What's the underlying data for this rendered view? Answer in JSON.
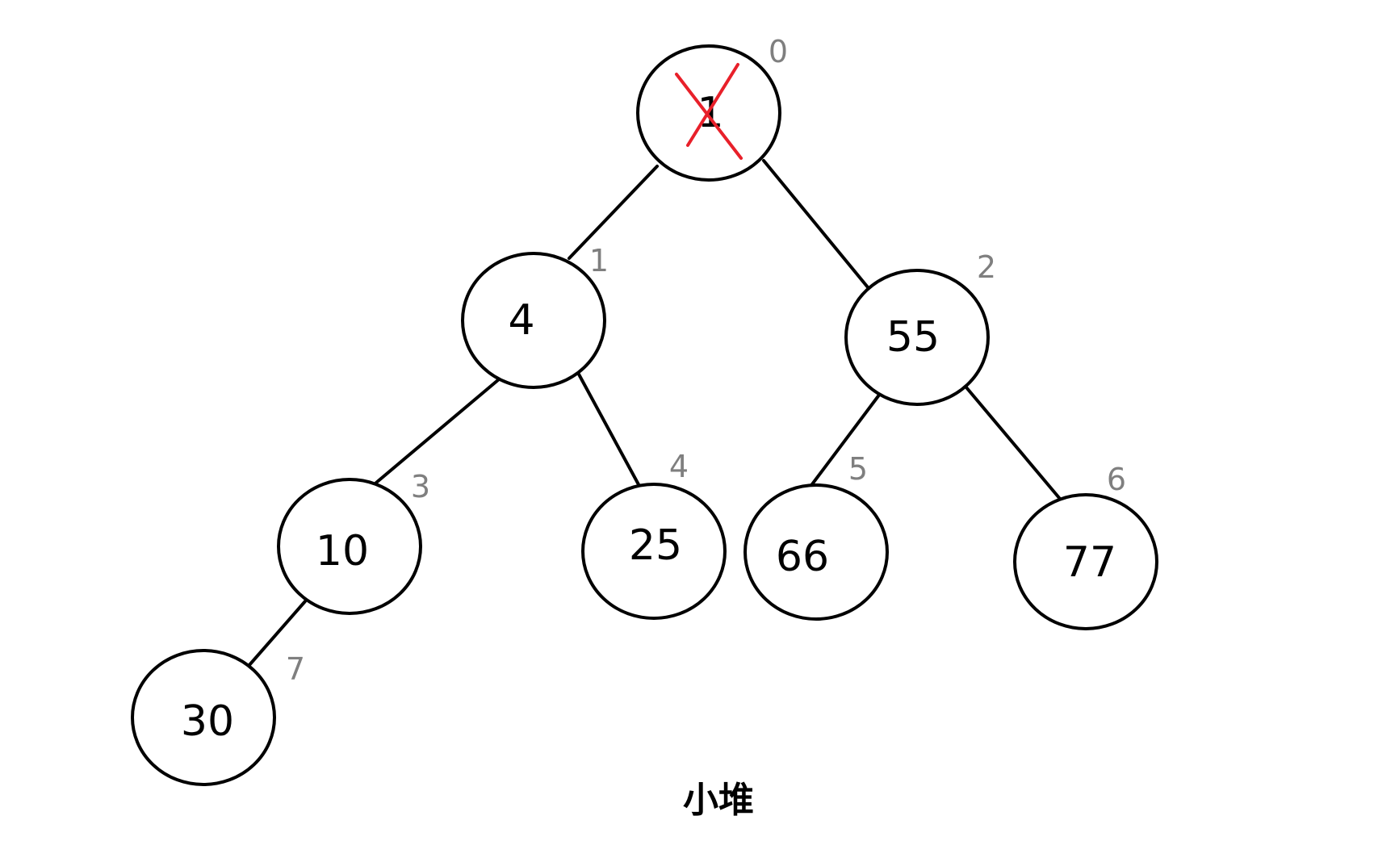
{
  "diagram": {
    "caption": "小堆",
    "colors": {
      "line": "#000000",
      "index_label": "#7f7f7f",
      "removed_mark": "#e8202a"
    },
    "nodes": [
      {
        "index": "0",
        "value": "1",
        "removed": true
      },
      {
        "index": "1",
        "value": "4"
      },
      {
        "index": "2",
        "value": "55"
      },
      {
        "index": "3",
        "value": "10"
      },
      {
        "index": "4",
        "value": "25"
      },
      {
        "index": "5",
        "value": "66"
      },
      {
        "index": "6",
        "value": "77"
      },
      {
        "index": "7",
        "value": "30"
      }
    ]
  }
}
